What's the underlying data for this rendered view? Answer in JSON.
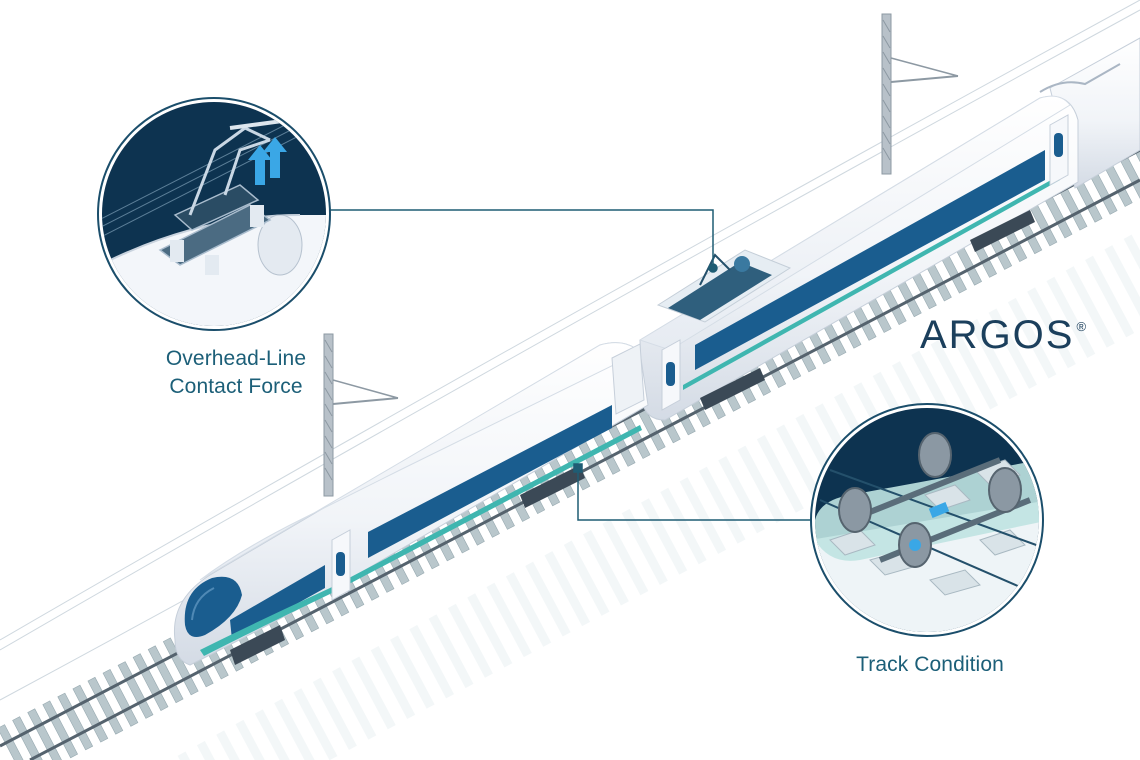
{
  "brand": {
    "logo_text": "ARGOS",
    "registered_mark": "®",
    "color": "#1b3f5c"
  },
  "callouts": [
    {
      "id": "overhead",
      "label_lines": [
        "Overhead-Line",
        "Contact Force"
      ],
      "icon": "pantograph-icon"
    },
    {
      "id": "track",
      "label_lines": [
        "Track Condition"
      ],
      "icon": "bogie-icon"
    }
  ],
  "colors": {
    "label": "#1c5f78",
    "callout_line": "#1f5d74",
    "circle_dark": "#0d3350",
    "train_window": "#1a5d8f",
    "train_stripe": "#3fb6b0",
    "accent_blue": "#3aa7e6"
  }
}
